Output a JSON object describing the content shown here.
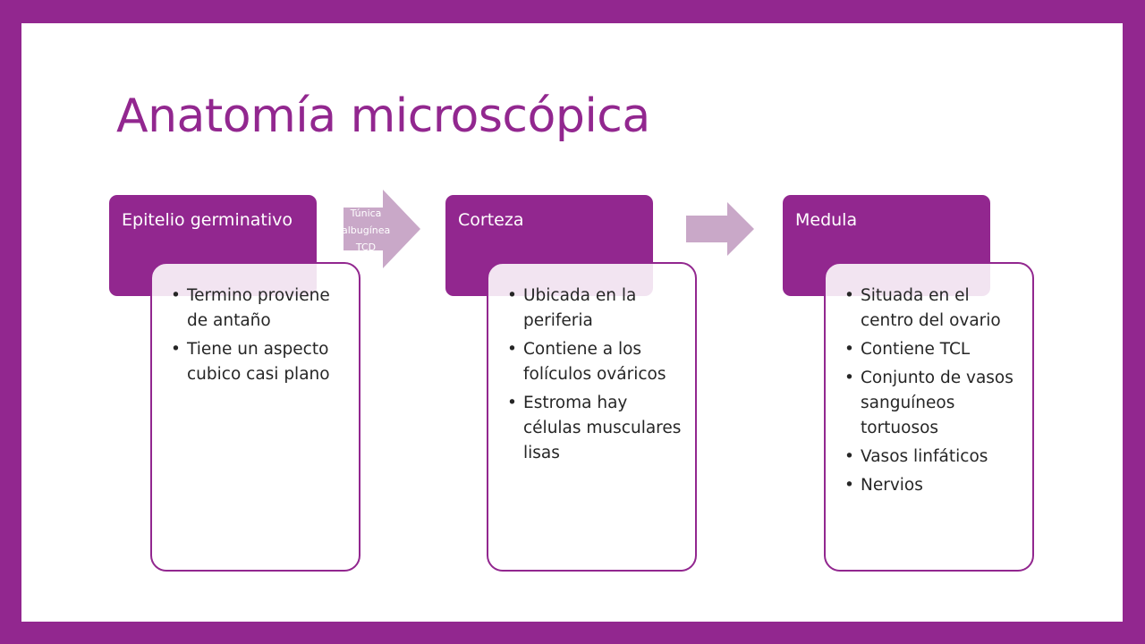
{
  "title": "Anatomía microscópica",
  "colors": {
    "accent": "#92278f",
    "arrow": "#c9a8c8",
    "text": "#262626"
  },
  "arrows": [
    {
      "lines": [
        "Túnica",
        "albugínea",
        "TCD"
      ]
    },
    {
      "lines": []
    }
  ],
  "columns": [
    {
      "header": "Epitelio germinativo",
      "items": [
        "Termino proviene de antaño",
        "Tiene un aspecto cubico casi plano"
      ]
    },
    {
      "header": "Corteza",
      "items": [
        "Ubicada en la periferia",
        "Contiene a los folículos ováricos",
        "Estroma hay células musculares lisas"
      ]
    },
    {
      "header": "Medula",
      "items": [
        "Situada en el centro del ovario",
        "Contiene TCL",
        "Conjunto de vasos sanguíneos tortuosos",
        "Vasos linfáticos",
        "Nervios"
      ]
    }
  ]
}
